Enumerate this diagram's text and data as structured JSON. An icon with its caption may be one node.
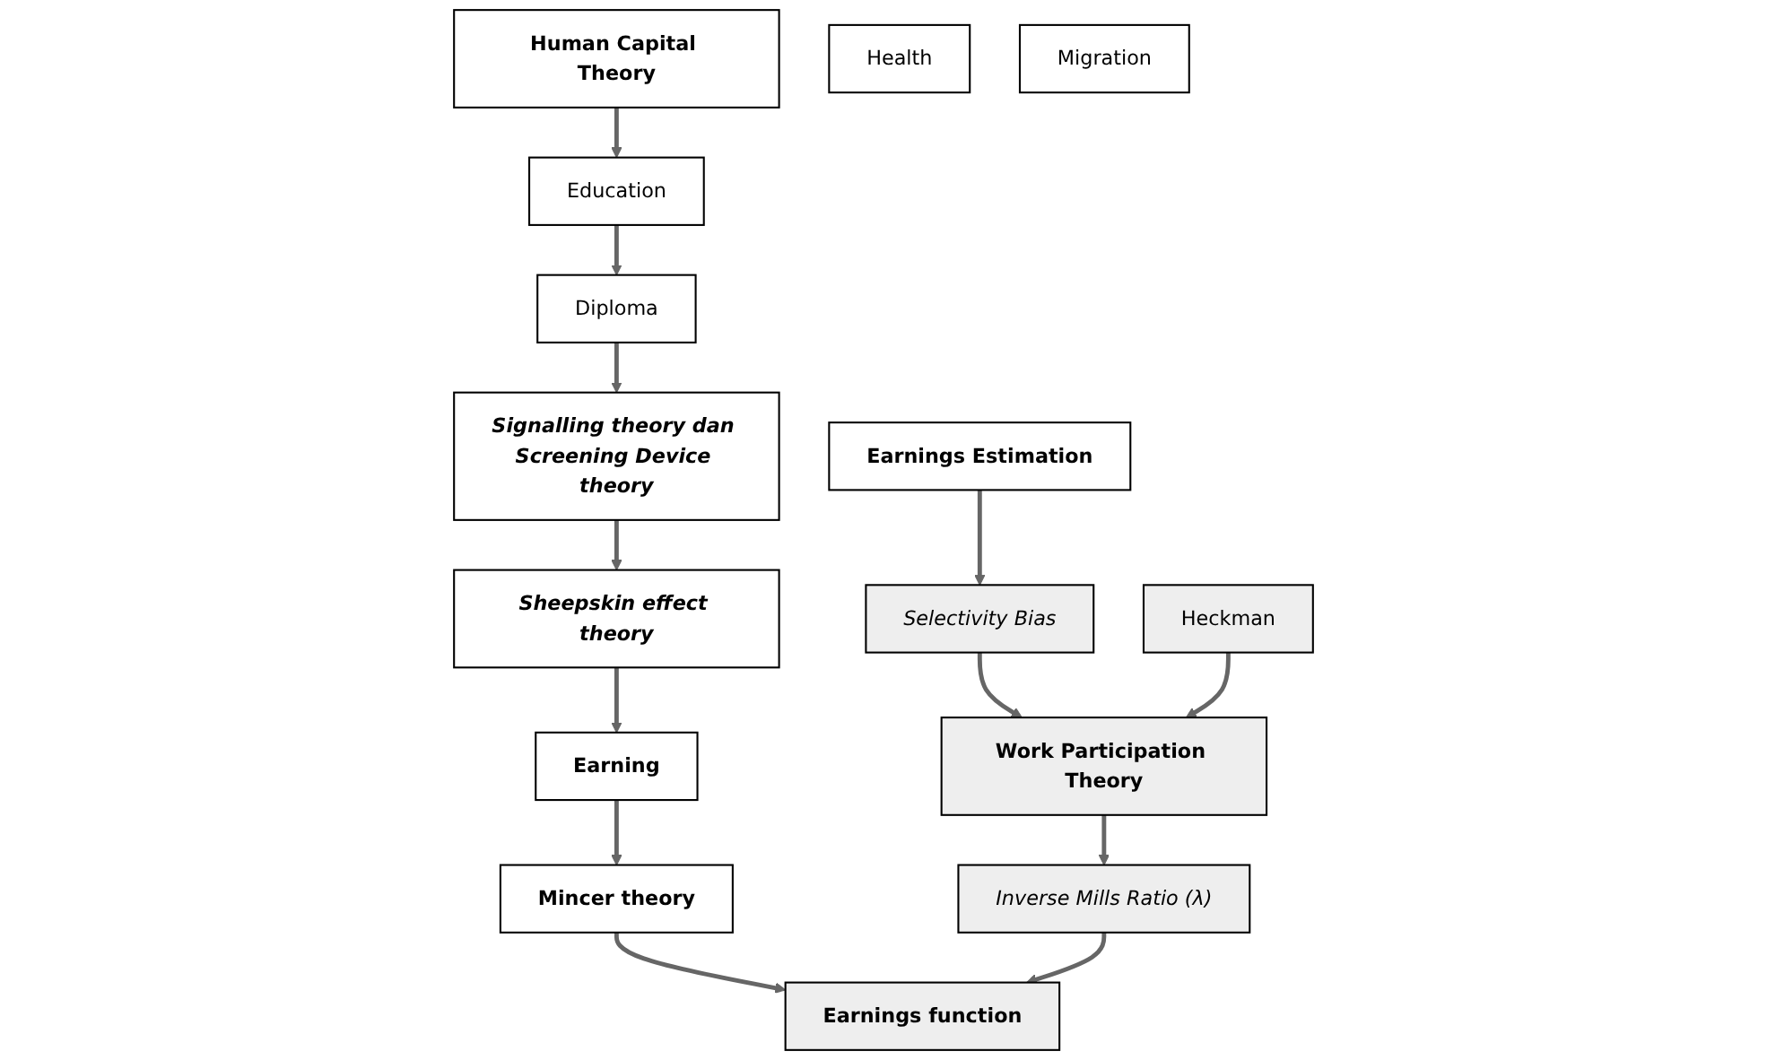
{
  "diagram": {
    "nodes": [
      {
        "text": [
          "Human Capital Theory"
        ]
      },
      {
        "text": [
          "Education"
        ]
      },
      {
        "text": [
          "Health"
        ]
      },
      {
        "text": [
          "Migration"
        ]
      },
      {
        "text": [
          "Diploma"
        ]
      },
      {
        "text": [
          "Signalling theory dan Screening Device theory"
        ]
      },
      {
        "text": [
          "Sheepskin effect theory"
        ]
      },
      {
        "text": [
          "Earning"
        ]
      },
      {
        "text": [
          "Mincer theory"
        ]
      },
      {
        "text": [
          "Earnings Estimation"
        ]
      },
      {
        "text": [
          "Selectivity Bias"
        ]
      },
      {
        "text": [
          "Heckman"
        ]
      },
      {
        "text": [
          "Work Participation Theory"
        ]
      },
      {
        "text": [
          "Inverse Mills Ratio (λ)"
        ]
      },
      {
        "text": [
          "Earnings function"
        ]
      }
    ],
    "edges": [
      {
        "from": 0,
        "to": 1,
        "arrow": "to"
      },
      {
        "from": 1,
        "to": 4,
        "arrow": "to"
      },
      {
        "from": 4,
        "to": 5,
        "arrow": "to"
      },
      {
        "from": 5,
        "to": 6,
        "arrow": "to"
      },
      {
        "from": 6,
        "to": 7,
        "arrow": "to"
      },
      {
        "from": 7,
        "to": 8,
        "arrow": "to"
      },
      {
        "from": 8,
        "to": 14,
        "arrow": "to"
      },
      {
        "from": 9,
        "to": 10,
        "arrow": "to"
      },
      {
        "from": 10,
        "to": 12,
        "arrow": "to"
      },
      {
        "from": 11,
        "to": 12,
        "arrow": "to"
      },
      {
        "from": 12,
        "to": 13,
        "arrow": "to"
      },
      {
        "from": 13,
        "to": 14,
        "arrow": "to"
      }
    ]
  }
}
